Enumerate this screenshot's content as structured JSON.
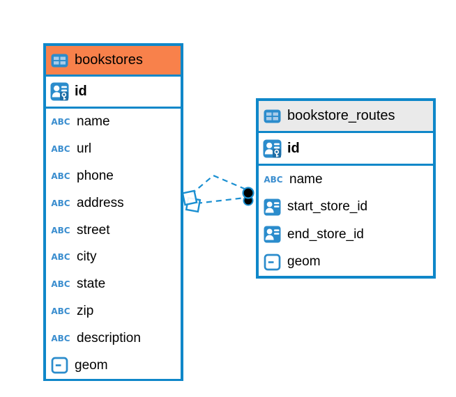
{
  "diagram": {
    "kind": "entity-relationship",
    "background": "#ffffff"
  },
  "colors": {
    "table_border": "#0f87c9",
    "bookstores_header_bg": "#f8814b",
    "routes_header_bg": "#eaeaea",
    "relation_line": "#1a8fd1",
    "icon_blue": "#2b8ccc",
    "icon_cell_blue": "#a9cce9",
    "text": "#000000"
  },
  "tables": [
    {
      "name": "bookstores",
      "header_icon": "table-icon",
      "primary_key": {
        "label": "id",
        "icon": "primary-key-icon"
      },
      "columns": [
        {
          "label": "name",
          "icon": "text-type-icon"
        },
        {
          "label": "url",
          "icon": "text-type-icon"
        },
        {
          "label": "phone",
          "icon": "text-type-icon"
        },
        {
          "label": "address",
          "icon": "text-type-icon"
        },
        {
          "label": "street",
          "icon": "text-type-icon"
        },
        {
          "label": "city",
          "icon": "text-type-icon"
        },
        {
          "label": "state",
          "icon": "text-type-icon"
        },
        {
          "label": "zip",
          "icon": "text-type-icon"
        },
        {
          "label": "description",
          "icon": "text-type-icon"
        },
        {
          "label": "geom",
          "icon": "geometry-type-icon"
        }
      ]
    },
    {
      "name": "bookstore_routes",
      "header_icon": "table-icon",
      "primary_key": {
        "label": "id",
        "icon": "primary-key-icon"
      },
      "columns": [
        {
          "label": "name",
          "icon": "text-type-icon"
        },
        {
          "label": "start_store_id",
          "icon": "foreign-key-icon"
        },
        {
          "label": "end_store_id",
          "icon": "foreign-key-icon"
        },
        {
          "label": "geom",
          "icon": "geometry-type-icon"
        }
      ]
    }
  ],
  "relationship": {
    "line_style": "dashed",
    "line_color": "#1a8fd1",
    "left_endpoint": "diamond-markers",
    "right_endpoint": "filled-circle-markers",
    "lines": 2
  }
}
